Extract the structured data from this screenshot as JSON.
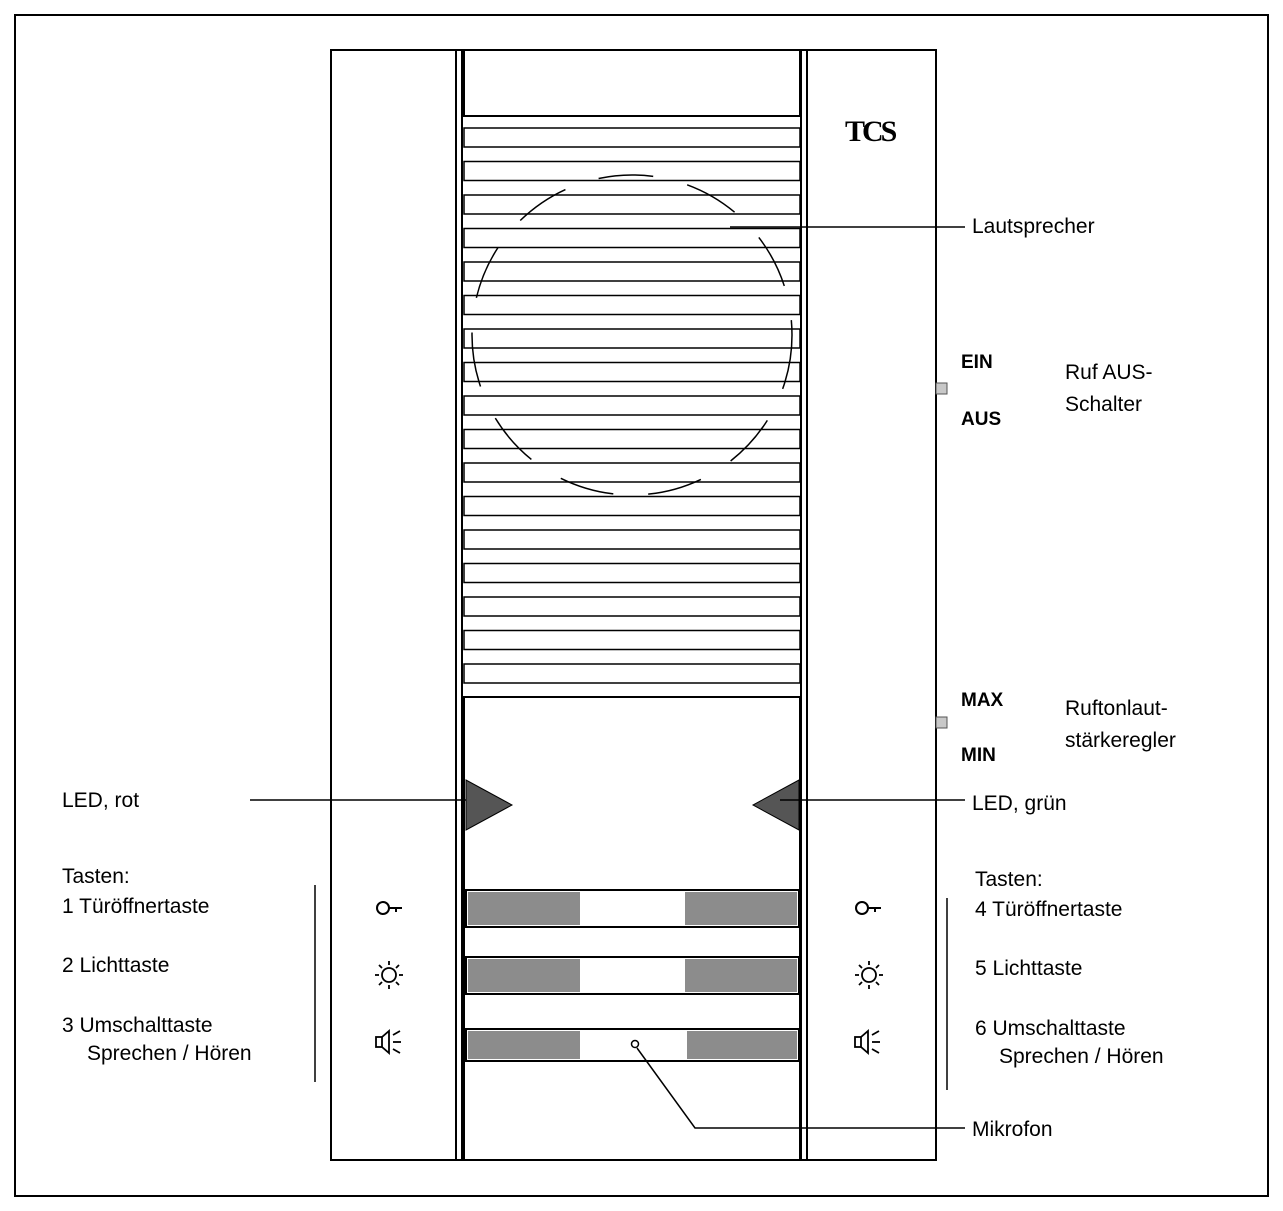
{
  "device": {
    "logo": "TCS",
    "key_icon": "key-icon",
    "light_icon": "sun-icon",
    "speaker_icon": "speaker-icon"
  },
  "labels": {
    "lautsprecher": "Lautsprecher",
    "ein": "EIN",
    "aus": "AUS",
    "ruf_aus_line1": "Ruf AUS-",
    "ruf_aus_line2": "Schalter",
    "max": "MAX",
    "min": "MIN",
    "rufton_line1": "Ruftonlaut-",
    "rufton_line2": "stärkeregler",
    "led_rot": "LED, rot",
    "led_gruen": "LED, grün",
    "mikrofon": "Mikrofon"
  },
  "left_keys": {
    "heading": "Tasten:",
    "key1": "1 Türöffnertaste",
    "key2": "2 Lichttaste",
    "key3_line1": "3 Umschalttaste",
    "key3_line2": "Sprechen / Hören"
  },
  "right_keys": {
    "heading": "Tasten:",
    "key4": "4 Türöffnertaste",
    "key5": "5 Lichttaste",
    "key6_line1": "6 Umschalttaste",
    "key6_line2": "Sprechen / Hören"
  },
  "colors": {
    "button_gray": "#8c8c8c",
    "led_fill": "#555555",
    "slider_gray": "#c8c8c8"
  }
}
